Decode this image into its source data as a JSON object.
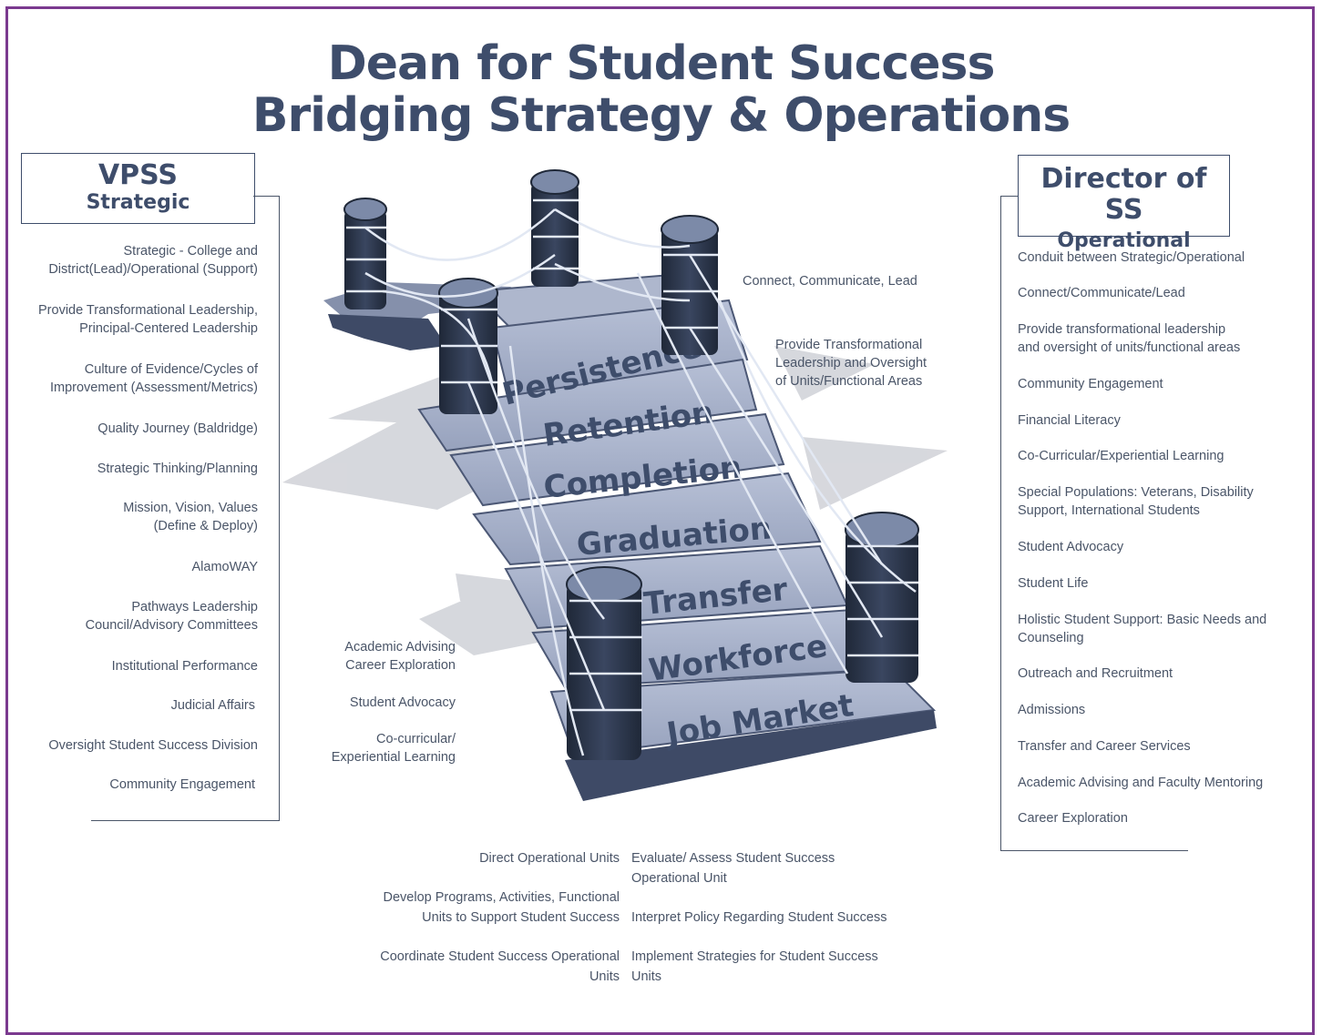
{
  "title": {
    "line1": "Dean for Student Success",
    "line2": "Bridging Strategy & Operations"
  },
  "left_box": {
    "heading": "VPSS",
    "subheading": "Strategic",
    "items": [
      "Strategic - College and\nDistrict(Lead)/Operational (Support)",
      "Provide Transformational Leadership,\nPrincipal-Centered Leadership",
      "Culture of Evidence/Cycles of\nImprovement (Assessment/Metrics)",
      "Quality Journey (Baldridge)",
      "Strategic Thinking/Planning",
      "Mission, Vision, Values\n(Define & Deploy)",
      "AlamoWAY",
      "Pathways Leadership\nCouncil/Advisory Committees",
      "Institutional Performance",
      "Judicial Affairs",
      "Oversight Student Success Division",
      "Community Engagement"
    ]
  },
  "right_box": {
    "heading": "Director of SS",
    "subheading": "Operational",
    "items": [
      "Conduit between Strategic/Operational",
      "Connect/Communicate/Lead",
      "Provide transformational leadership\nand oversight of units/functional areas",
      "Community Engagement",
      "Financial Literacy",
      "Co-Curricular/Experiential Learning",
      "Special Populations: Veterans, Disability\nSupport, International Students",
      "Student Advocacy",
      "Student Life",
      "Holistic Student Support: Basic Needs and\nCounseling",
      "Outreach and Recruitment",
      "Admissions",
      "Transfer and Career Services",
      "Academic Advising and Faculty Mentoring",
      "Career Exploration"
    ]
  },
  "bridge_planks": [
    "Persistence",
    "Retention",
    "Completion",
    "Graduation",
    "Transfer",
    "Workforce",
    "Job Market"
  ],
  "bridge_notes_right": {
    "connect": "Connect, Communicate, Lead",
    "provide": "Provide Transformational\nLeadership and Oversight\nof Units/Functional Areas"
  },
  "bridge_notes_left": {
    "advising": "Academic Advising\nCareer Exploration",
    "advocacy": "Student Advocacy",
    "cocurricular": "Co-curricular/\nExperiential Learning"
  },
  "bottom_left": [
    "Direct Operational Units",
    "Develop Programs, Activities, Functional\nUnits to Support Student Success",
    "Coordinate Student Success Operational\nUnits"
  ],
  "bottom_right": [
    "Evaluate/ Assess Student Success\nOperational Unit",
    "Interpret Policy Regarding Student Success",
    "Implement Strategies for Student Success\nUnits"
  ],
  "colors": {
    "frame": "#7b3a8f",
    "heading": "#3e4d6b",
    "plank": "#a9b3cb",
    "post": "#2f3a4f",
    "rope": "#dfe6f2"
  }
}
